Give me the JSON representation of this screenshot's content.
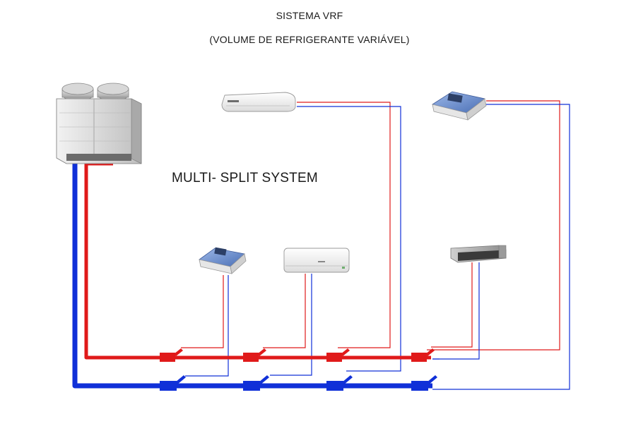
{
  "diagram": {
    "title": "SISTEMA VRF",
    "subtitle": "(VOLUME DE REFRIGERANTE VARIÁVEL)",
    "label": "MULTI- SPLIT SYSTEM"
  },
  "components": {
    "outdoor_unit": "outdoor-condensing-unit",
    "indoor_units": [
      "ceiling-suspended-unit",
      "cassette-unit-top",
      "cassette-unit-bottom",
      "wall-split-unit",
      "ducted-unit"
    ]
  },
  "colors": {
    "liquid_line": "#e01a1a",
    "gas_line": "#1030d8",
    "text": "#1a1a1a"
  }
}
